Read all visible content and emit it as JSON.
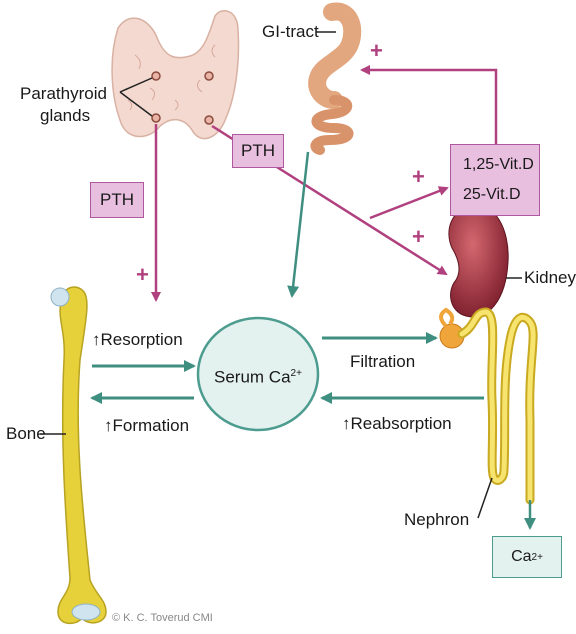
{
  "labels": {
    "gi_tract": "GI-tract",
    "parathyroid_glands": [
      "Parathyroid",
      "glands"
    ],
    "pth_right": "PTH",
    "pth_left": "PTH",
    "vit_active": "1,25-Vit.D",
    "vit_precursor": "25-Vit.D",
    "kidney": "Kidney",
    "resorption": "Resorption",
    "formation": "Formation",
    "serum_ca": "Serum Ca",
    "serum_ca_sup": "2+",
    "filtration": "Filtration",
    "reabsorption": "Reabsorption",
    "bone": "Bone",
    "nephron": "Nephron",
    "ca_out": "Ca",
    "ca_out_sup": "2+",
    "up_arrow": "↑",
    "plus": "+",
    "credit": "© K. C. Toverud CMI"
  },
  "colors": {
    "pth_arrow": "#b0407e",
    "calcium_arrow": "#3f8f80",
    "bone": "#e6d13a",
    "kidney": "#9b2d3d",
    "gi": "#e2a77f",
    "thyroid": "#f3d9cf"
  }
}
